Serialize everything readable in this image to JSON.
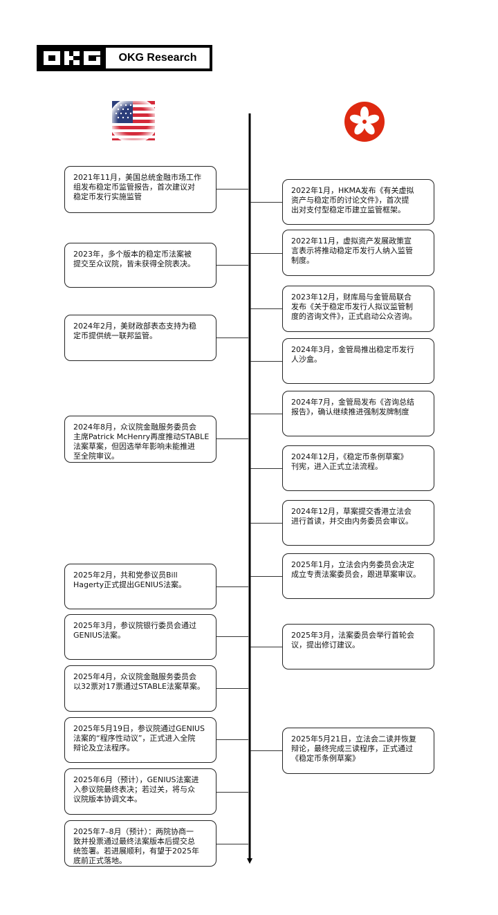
{
  "brand": {
    "name": "OKG Research",
    "mark": "OKG"
  },
  "flags": {
    "left": "us-flag-icon",
    "right": "hong-kong-flag-icon"
  },
  "us_events": [
    {
      "text": "2021年11月，美国总统金融市场工作\n组发布稳定币监管报告，首次建议对\n稳定币发行实施监管"
    },
    {
      "text": " 2023年，多个版本的稳定币法案被\n提交至众议院，皆未获得全院表决。"
    },
    {
      "text": "2024年2月，美财政部表态支持为稳\n定币提供统一联邦监管。"
    },
    {
      "text": "2024年8月，众议院金融服务委员会\n主席Patrick McHenry再度推动STABLE\n法案草案，但因选举年影响未能推进\n至全院审议。"
    },
    {
      "text": "2025年2月，共和党参议员Bill\nHagerty正式提出GENIUS法案。"
    },
    {
      "text": "2025年3月，参议院银行委员会通过\nGENIUS法案。"
    },
    {
      "text": "2025年4月，众议院金融服务委员会\n以32票对17票通过STABLE法案草案。"
    },
    {
      "text": "2025年5月19日，参议院通过GENIUS\n法案的“程序性动议”，正式进入全院\n辩论及立法程序。"
    },
    {
      "text": "2025年6月（预计），GENIUS法案进\n入参议院最终表决；若过关，将与众\n议院版本协调文本。"
    },
    {
      "text": "2025年7–8月（预计）：两院协商一\n致并投票通过最终法案版本后提交总\n统签署。若进展顺利，有望于2025年\n底前正式落地。"
    }
  ],
  "hk_events": [
    {
      "text": "2022年1月，HKMA发布《有关虚拟\n资产与稳定币的讨论文件》，首次提\n出对支付型稳定币建立监管框架。"
    },
    {
      "text": "2022年11月，虚拟资产发展政策宣\n言表示将推动稳定币发行人纳入监管\n制度。"
    },
    {
      "text": "2023年12月，财库局与金管局联合\n发布《关于稳定币发行人拟议监管制\n度的咨询文件》，正式启动公众咨询。"
    },
    {
      "text": "2024年3月，金管局推出稳定币发行\n人沙盒。"
    },
    {
      "text": "2024年7月，金管局发布《咨询总结\n报告》，确认继续推进强制发牌制度"
    },
    {
      "text": "2024年12月，《稳定币条例草案》\n刊宪，进入正式立法流程。"
    },
    {
      "text": "2024年12月，草案提交香港立法会\n进行首读，并交由内务委员会审议。"
    },
    {
      "text": "2025年1月，立法会内务委员会决定\n成立专责法案委员会，跟进草案审议。"
    },
    {
      "text": "2025年3月，法案委员会举行首轮会\n议，提出修订建议。"
    },
    {
      "text": "2025年5月21日，立法会二读并恢复\n辩论，最终完成三读程序，正式通过\n《稳定币条例草案》"
    }
  ]
}
